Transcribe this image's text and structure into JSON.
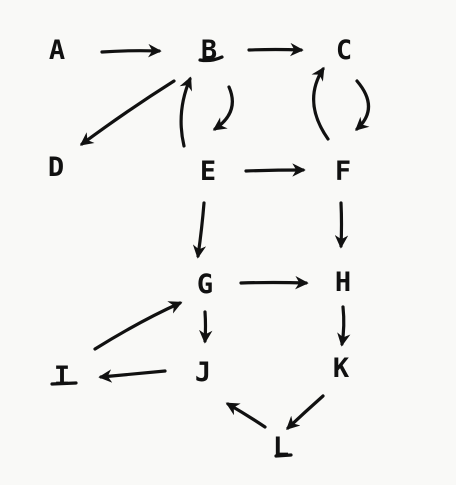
{
  "nodes": [
    {
      "id": "A",
      "label": "A"
    },
    {
      "id": "B",
      "label": "B"
    },
    {
      "id": "C",
      "label": "C"
    },
    {
      "id": "D",
      "label": "D"
    },
    {
      "id": "E",
      "label": "E"
    },
    {
      "id": "F",
      "label": "F"
    },
    {
      "id": "G",
      "label": "G"
    },
    {
      "id": "H",
      "label": "H"
    },
    {
      "id": "I",
      "label": "I"
    },
    {
      "id": "J",
      "label": "J"
    },
    {
      "id": "K",
      "label": "K"
    },
    {
      "id": "L",
      "label": "L"
    }
  ],
  "edges": [
    {
      "from": "A",
      "to": "B"
    },
    {
      "from": "B",
      "to": "C"
    },
    {
      "from": "B",
      "to": "D"
    },
    {
      "from": "B",
      "to": "E"
    },
    {
      "from": "E",
      "to": "B"
    },
    {
      "from": "C",
      "to": "F"
    },
    {
      "from": "F",
      "to": "C"
    },
    {
      "from": "E",
      "to": "F"
    },
    {
      "from": "E",
      "to": "G"
    },
    {
      "from": "F",
      "to": "H"
    },
    {
      "from": "G",
      "to": "H"
    },
    {
      "from": "G",
      "to": "J"
    },
    {
      "from": "I",
      "to": "G"
    },
    {
      "from": "J",
      "to": "I"
    },
    {
      "from": "H",
      "to": "K"
    },
    {
      "from": "K",
      "to": "L"
    },
    {
      "from": "L",
      "to": "J"
    }
  ]
}
